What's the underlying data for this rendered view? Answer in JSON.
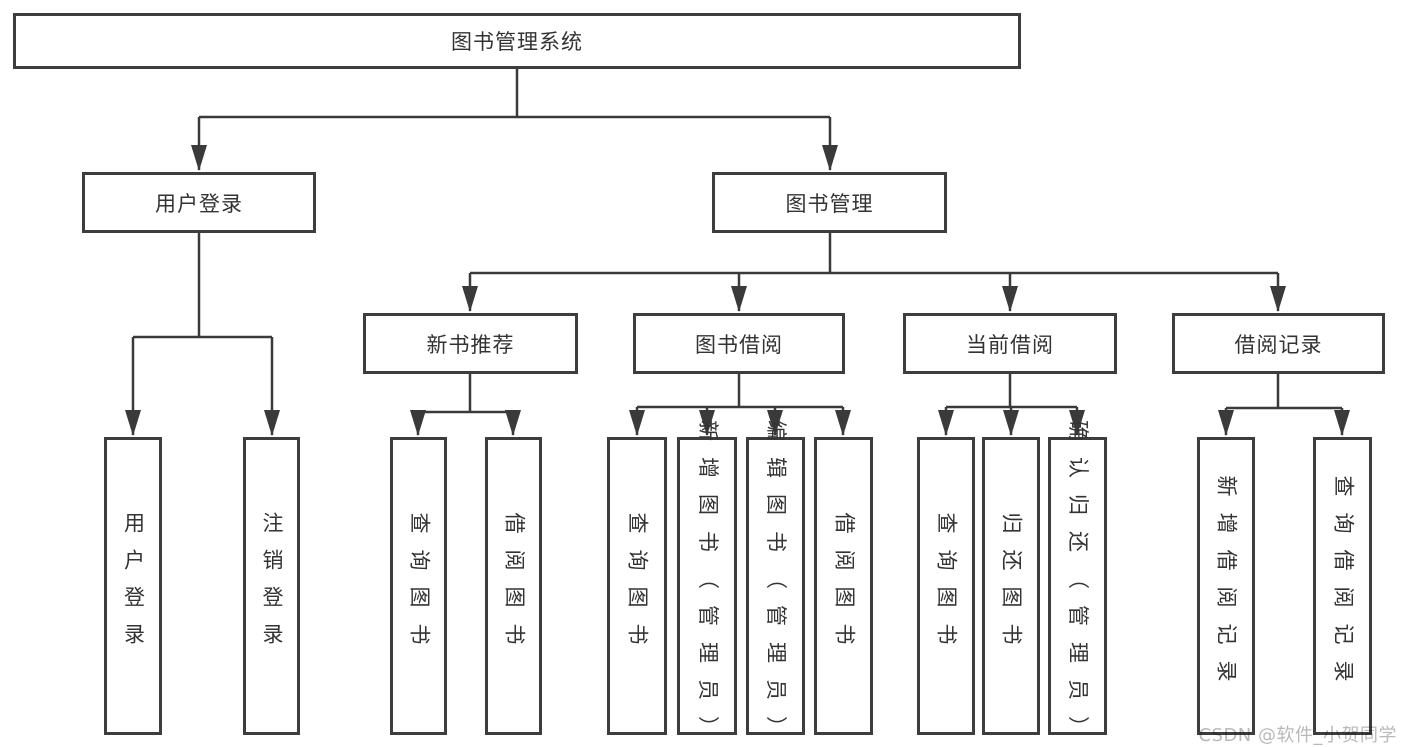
{
  "diagram_title": "图书管理系统",
  "colors": {
    "line": "#3a3a3a",
    "box_border": "#3d3d3d",
    "box_background": "#ffffff",
    "text": "#333333",
    "watermark": "#b9b9b9",
    "page_background": "#ffffff"
  },
  "nodes": {
    "root": "图书管理系统",
    "level2": [
      "用户登录",
      "图书管理"
    ],
    "level3": [
      "新书推荐",
      "图书借阅",
      "当前借阅",
      "借阅记录"
    ],
    "level4": [
      "用户登录",
      "注销登录",
      "查询图书",
      "借阅图书",
      "查询图书",
      "新增图书（管理员）",
      "编辑图书（管理员）",
      "借阅图书",
      "查询图书",
      "归还图书",
      "确认归还（管理员）",
      "新增借阅记录",
      "查询借阅记录"
    ]
  },
  "hierarchy": {
    "图书管理系统": [
      "用户登录",
      "图书管理"
    ],
    "用户登录": [
      "用户登录",
      "注销登录"
    ],
    "图书管理": [
      "新书推荐",
      "图书借阅",
      "当前借阅",
      "借阅记录"
    ],
    "新书推荐": [
      "查询图书",
      "借阅图书"
    ],
    "图书借阅": [
      "查询图书",
      "新增图书（管理员）",
      "编辑图书（管理员）",
      "借阅图书"
    ],
    "当前借阅": [
      "查询图书",
      "归还图书",
      "确认归还（管理员）"
    ],
    "借阅记录": [
      "新增借阅记录",
      "查询借阅记录"
    ]
  },
  "watermark": {
    "text": "CSDN @软件_小贺同学"
  }
}
